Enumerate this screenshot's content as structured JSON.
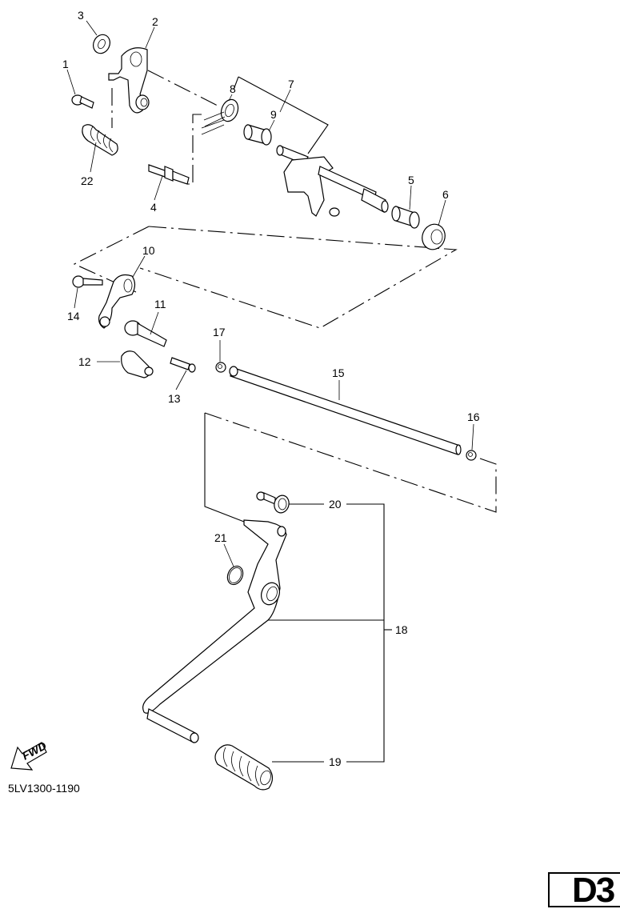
{
  "diagram": {
    "type": "exploded-parts-diagram",
    "subject": "Shift shaft / shift pedal assembly",
    "diagram_code": "5LV1300-1190",
    "page_label": "D3",
    "direction_label": "FWD",
    "callouts": [
      {
        "id": "1",
        "label": "1"
      },
      {
        "id": "2",
        "label": "2"
      },
      {
        "id": "3",
        "label": "3"
      },
      {
        "id": "4",
        "label": "4"
      },
      {
        "id": "5",
        "label": "5"
      },
      {
        "id": "6",
        "label": "6"
      },
      {
        "id": "7",
        "label": "7"
      },
      {
        "id": "8",
        "label": "8"
      },
      {
        "id": "9",
        "label": "9"
      },
      {
        "id": "10",
        "label": "10"
      },
      {
        "id": "11",
        "label": "11"
      },
      {
        "id": "12",
        "label": "12"
      },
      {
        "id": "13",
        "label": "13"
      },
      {
        "id": "14",
        "label": "14"
      },
      {
        "id": "15",
        "label": "15"
      },
      {
        "id": "16",
        "label": "16"
      },
      {
        "id": "17",
        "label": "17"
      },
      {
        "id": "18",
        "label": "18"
      },
      {
        "id": "19",
        "label": "19"
      },
      {
        "id": "20",
        "label": "20"
      },
      {
        "id": "21",
        "label": "21"
      },
      {
        "id": "22",
        "label": "22"
      }
    ]
  }
}
